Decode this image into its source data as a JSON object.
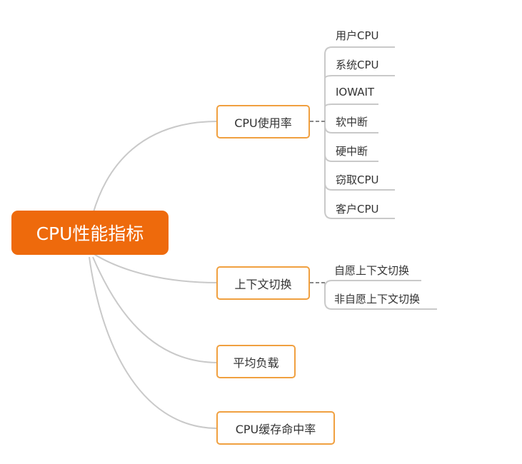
{
  "root": {
    "label": "CPU性能指标"
  },
  "branches": [
    {
      "label": "CPU使用率",
      "children": [
        "用户CPU",
        "系统CPU",
        "IOWAIT",
        "软中断",
        "硬中断",
        "窃取CPU",
        "客户CPU"
      ]
    },
    {
      "label": "上下文切换",
      "children": [
        "自愿上下文切换",
        "非自愿上下文切换"
      ]
    },
    {
      "label": "平均负载",
      "children": []
    },
    {
      "label": "CPU缓存命中率",
      "children": []
    }
  ],
  "colors": {
    "root_fill": "#ee6a0c",
    "branch_border": "#f0a040",
    "connector": "#c8c8c8"
  }
}
